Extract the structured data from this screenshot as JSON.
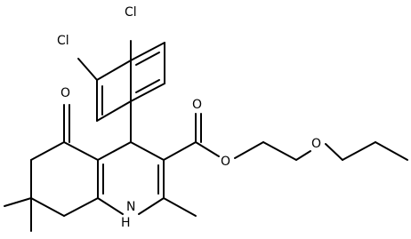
{
  "molecule": {
    "atom_labels": {
      "cl_para": "Cl",
      "cl_meta": "Cl",
      "ketone_o": "O",
      "ester_o_single": "O",
      "ester_o_double": "O",
      "ether_o": "O",
      "nh": "H"
    },
    "nh_n": "N"
  },
  "colors": {
    "ink": "#000000",
    "background": "#ffffff"
  }
}
